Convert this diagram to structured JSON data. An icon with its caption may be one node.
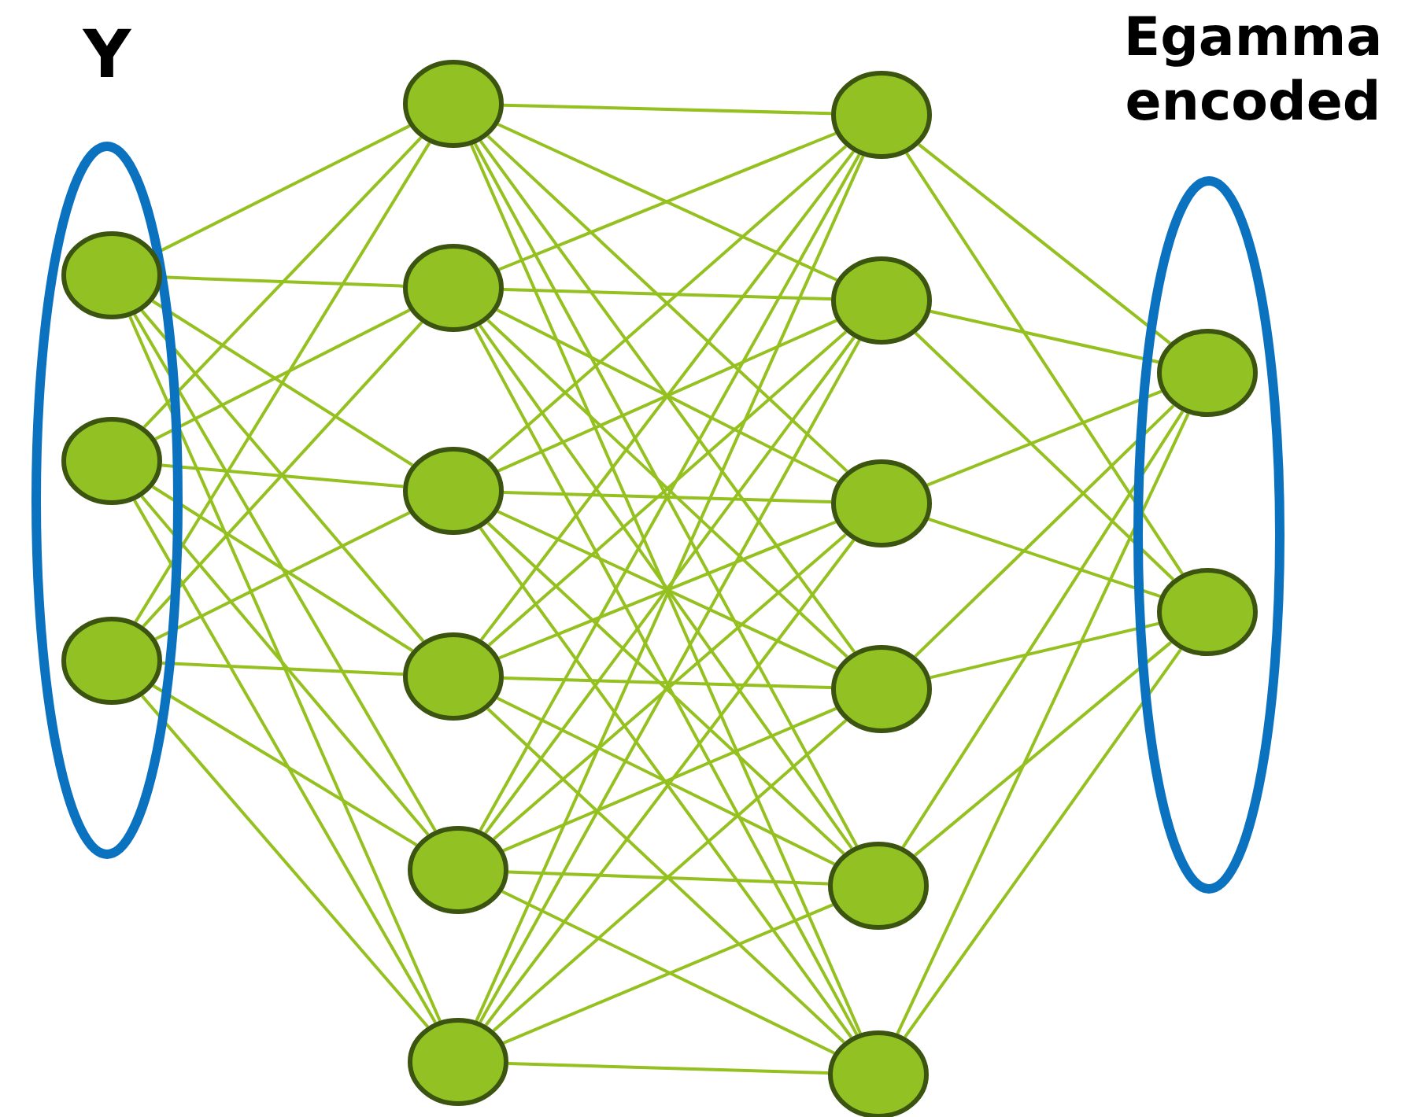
{
  "diagram": {
    "nodes": [
      {
        "text": [
          "Y"
        ]
      },
      {
        "text": [],
        "shape": "circle",
        "in": 0
      },
      {
        "text": [],
        "shape": "circle",
        "in": 0
      },
      {
        "text": [],
        "shape": "circle",
        "in": 0
      },
      {
        "text": [],
        "shape": "circle"
      },
      {
        "text": [],
        "shape": "circle"
      },
      {
        "text": [],
        "shape": "circle"
      },
      {
        "text": [],
        "shape": "circle"
      },
      {
        "text": [],
        "shape": "circle"
      },
      {
        "text": [],
        "shape": "circle"
      },
      {
        "text": [],
        "shape": "circle"
      },
      {
        "text": [],
        "shape": "circle"
      },
      {
        "text": [],
        "shape": "circle"
      },
      {
        "text": [],
        "shape": "circle"
      },
      {
        "text": [],
        "shape": "circle"
      },
      {
        "text": [],
        "shape": "circle"
      },
      {
        "text": [
          "Egamma encoded"
        ]
      },
      {
        "text": [],
        "shape": "circle",
        "in": 16
      },
      {
        "text": [],
        "shape": "circle",
        "in": 16
      }
    ],
    "edges": [
      {
        "from": 1,
        "to": 4,
        "arrow": "none"
      },
      {
        "from": 1,
        "to": 5,
        "arrow": "none"
      },
      {
        "from": 1,
        "to": 6,
        "arrow": "none"
      },
      {
        "from": 1,
        "to": 7,
        "arrow": "none"
      },
      {
        "from": 1,
        "to": 8,
        "arrow": "none"
      },
      {
        "from": 1,
        "to": 9,
        "arrow": "none"
      },
      {
        "from": 2,
        "to": 4,
        "arrow": "none"
      },
      {
        "from": 2,
        "to": 5,
        "arrow": "none"
      },
      {
        "from": 2,
        "to": 6,
        "arrow": "none"
      },
      {
        "from": 2,
        "to": 7,
        "arrow": "none"
      },
      {
        "from": 2,
        "to": 8,
        "arrow": "none"
      },
      {
        "from": 2,
        "to": 9,
        "arrow": "none"
      },
      {
        "from": 3,
        "to": 4,
        "arrow": "none"
      },
      {
        "from": 3,
        "to": 5,
        "arrow": "none"
      },
      {
        "from": 3,
        "to": 6,
        "arrow": "none"
      },
      {
        "from": 3,
        "to": 7,
        "arrow": "none"
      },
      {
        "from": 3,
        "to": 8,
        "arrow": "none"
      },
      {
        "from": 3,
        "to": 9,
        "arrow": "none"
      },
      {
        "from": 4,
        "to": 10,
        "arrow": "none"
      },
      {
        "from": 4,
        "to": 11,
        "arrow": "none"
      },
      {
        "from": 4,
        "to": 12,
        "arrow": "none"
      },
      {
        "from": 4,
        "to": 13,
        "arrow": "none"
      },
      {
        "from": 4,
        "to": 14,
        "arrow": "none"
      },
      {
        "from": 4,
        "to": 15,
        "arrow": "none"
      },
      {
        "from": 5,
        "to": 10,
        "arrow": "none"
      },
      {
        "from": 5,
        "to": 11,
        "arrow": "none"
      },
      {
        "from": 5,
        "to": 12,
        "arrow": "none"
      },
      {
        "from": 5,
        "to": 13,
        "arrow": "none"
      },
      {
        "from": 5,
        "to": 14,
        "arrow": "none"
      },
      {
        "from": 5,
        "to": 15,
        "arrow": "none"
      },
      {
        "from": 6,
        "to": 10,
        "arrow": "none"
      },
      {
        "from": 6,
        "to": 11,
        "arrow": "none"
      },
      {
        "from": 6,
        "to": 12,
        "arrow": "none"
      },
      {
        "from": 6,
        "to": 13,
        "arrow": "none"
      },
      {
        "from": 6,
        "to": 14,
        "arrow": "none"
      },
      {
        "from": 6,
        "to": 15,
        "arrow": "none"
      },
      {
        "from": 7,
        "to": 10,
        "arrow": "none"
      },
      {
        "from": 7,
        "to": 11,
        "arrow": "none"
      },
      {
        "from": 7,
        "to": 12,
        "arrow": "none"
      },
      {
        "from": 7,
        "to": 13,
        "arrow": "none"
      },
      {
        "from": 7,
        "to": 14,
        "arrow": "none"
      },
      {
        "from": 7,
        "to": 15,
        "arrow": "none"
      },
      {
        "from": 8,
        "to": 10,
        "arrow": "none"
      },
      {
        "from": 8,
        "to": 11,
        "arrow": "none"
      },
      {
        "from": 8,
        "to": 12,
        "arrow": "none"
      },
      {
        "from": 8,
        "to": 13,
        "arrow": "none"
      },
      {
        "from": 8,
        "to": 14,
        "arrow": "none"
      },
      {
        "from": 8,
        "to": 15,
        "arrow": "none"
      },
      {
        "from": 9,
        "to": 10,
        "arrow": "none"
      },
      {
        "from": 9,
        "to": 11,
        "arrow": "none"
      },
      {
        "from": 9,
        "to": 12,
        "arrow": "none"
      },
      {
        "from": 9,
        "to": 13,
        "arrow": "none"
      },
      {
        "from": 9,
        "to": 14,
        "arrow": "none"
      },
      {
        "from": 9,
        "to": 15,
        "arrow": "none"
      },
      {
        "from": 10,
        "to": 17,
        "arrow": "none"
      },
      {
        "from": 10,
        "to": 18,
        "arrow": "none"
      },
      {
        "from": 11,
        "to": 17,
        "arrow": "none"
      },
      {
        "from": 11,
        "to": 18,
        "arrow": "none"
      },
      {
        "from": 12,
        "to": 17,
        "arrow": "none"
      },
      {
        "from": 12,
        "to": 18,
        "arrow": "none"
      },
      {
        "from": 13,
        "to": 17,
        "arrow": "none"
      },
      {
        "from": 13,
        "to": 18,
        "arrow": "none"
      },
      {
        "from": 14,
        "to": 17,
        "arrow": "none"
      },
      {
        "from": 14,
        "to": 18,
        "arrow": "none"
      },
      {
        "from": 15,
        "to": 17,
        "arrow": "none"
      },
      {
        "from": 15,
        "to": 18,
        "arrow": "none"
      }
    ]
  }
}
